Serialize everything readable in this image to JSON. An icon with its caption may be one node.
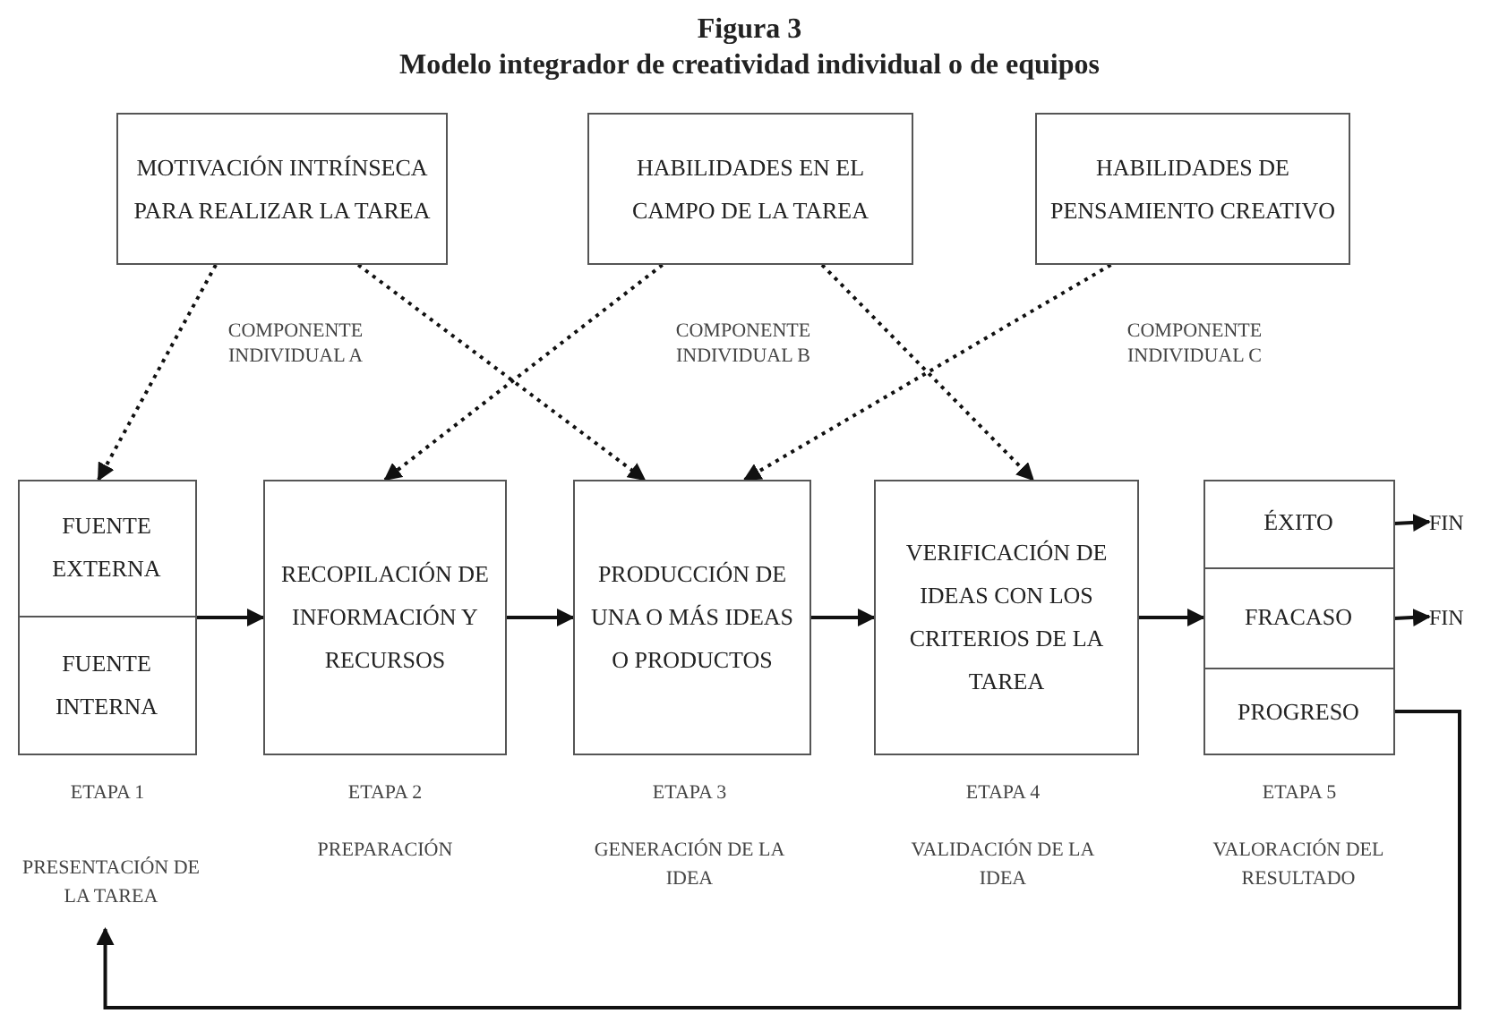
{
  "diagram": {
    "title": "Modelo integrador de creatividad individual o de equipos",
    "nodes": [
      {
        "text": [
          "MOTIVACIÓN INTRÍNSECA PARA REALIZAR LA TAREA"
        ]
      },
      {
        "text": [
          "HABILIDADES EN EL CAMPO DE LA TAREA"
        ]
      },
      {
        "text": [
          "HABILIDADES DE PENSAMIENTO CREATIVO"
        ]
      },
      {
        "text": [],
        "shape": "box"
      },
      {
        "text": [
          "FUENTE EXTERNA"
        ],
        "in": 3
      },
      {
        "text": [
          "FUENTE INTERNA"
        ],
        "in": 3
      },
      {
        "text": [
          "RECOPILACIÓN DE INFORMACIÓN Y RECURSOS"
        ]
      },
      {
        "text": [
          "PRODUCCIÓN DE UNA O MÁS IDEAS O PRODUCTOS"
        ]
      },
      {
        "text": [
          "VERIFICACIÓN DE IDEAS CON LOS CRITERIOS DE LA TAREA"
        ]
      },
      {
        "text": [],
        "shape": "box"
      },
      {
        "text": [
          "ÉXITO"
        ],
        "in": 9
      },
      {
        "text": [
          "FRACASO"
        ],
        "in": 9
      },
      {
        "text": [
          "PROGRESO"
        ],
        "in": 9
      },
      {
        "text": [
          "FIN"
        ]
      },
      {
        "text": [
          "FIN"
        ]
      },
      {
        "text": [
          "PRESENTACIÓN DE LA TAREA"
        ]
      }
    ],
    "edges": [
      {
        "from": 0,
        "to": 3,
        "arrow": "to",
        "style": "dashed"
      },
      {
        "from": 0,
        "to": 7,
        "arrow": "to",
        "style": "dashed"
      },
      {
        "from": 1,
        "to": 6,
        "arrow": "to",
        "style": "dashed"
      },
      {
        "from": 1,
        "to": 8,
        "arrow": "to",
        "style": "dashed"
      },
      {
        "from": 2,
        "to": 7,
        "arrow": "to",
        "style": "dashed"
      },
      {
        "from": 3,
        "to": 6,
        "arrow": "to"
      },
      {
        "from": 6,
        "to": 7,
        "arrow": "to"
      },
      {
        "from": 7,
        "to": 8,
        "arrow": "to"
      },
      {
        "from": 8,
        "to": 9,
        "arrow": "to"
      },
      {
        "from": 10,
        "to": 13,
        "arrow": "to"
      },
      {
        "from": 11,
        "to": 14,
        "arrow": "to"
      },
      {
        "from": 12,
        "to": 15,
        "arrow": "to"
      }
    ],
    "labels": [
      "Figura 3",
      "COMPONENTE INDIVIDUAL A",
      "COMPONENTE INDIVIDUAL B",
      "COMPONENTE INDIVIDUAL C",
      "ETAPA 1",
      "ETAPA 2",
      "ETAPA 3",
      "ETAPA 4",
      "ETAPA 5",
      "PREPARACIÓN",
      "GENERACIÓN DE LA IDEA",
      "VALIDACIÓN DE LA IDEA",
      "VALORACIÓN DEL RESULTADO"
    ]
  }
}
